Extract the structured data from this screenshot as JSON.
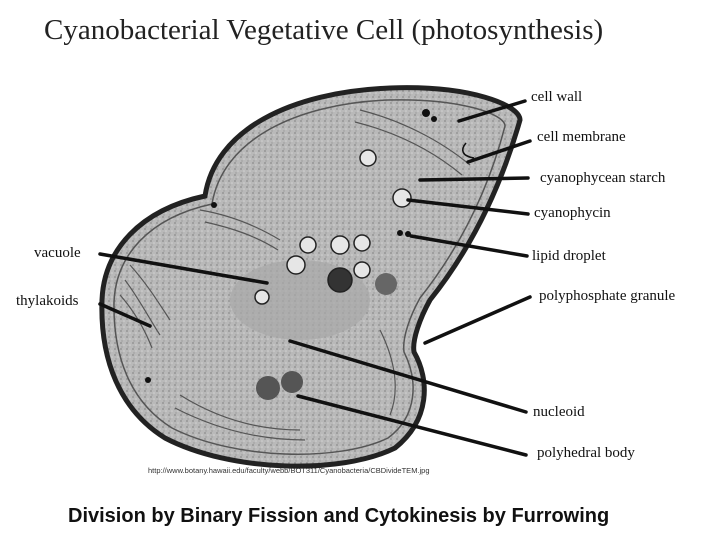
{
  "title": "Cyanobacterial Vegetative Cell (photosynthesis)",
  "labels": {
    "cell_wall": "cell wall",
    "cell_membrane": "cell membrane",
    "cyanophycean_starch": "cyanophycean starch",
    "cyanophycin": "cyanophycin",
    "lipid_droplet": "lipid droplet",
    "polyphosphate_granule": "polyphosphate granule",
    "nucleoid": "nucleoid",
    "polyhedral_body": "polyhedral body",
    "vacuole": "vacuole",
    "thylakoids": "thylakoids"
  },
  "credit": "http://www.botany.hawaii.edu/faculty/webb/BOT311/Cyanobacteria/CBDivideTEM.jpg",
  "caption": "Division by Binary Fission and Cytokinesis by Furrowing"
}
